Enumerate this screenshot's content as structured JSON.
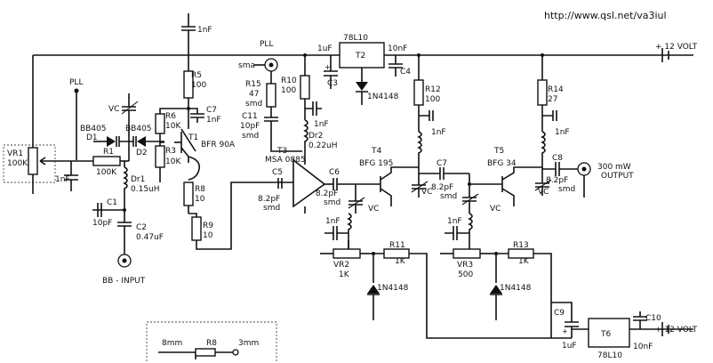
{
  "url": "http://www.qsl.net/va3iul",
  "rails": {
    "pll_top": "PLL",
    "pll_left": "PLL",
    "plus12_top": "+ 12 VOLT",
    "plus12_bottom": "+ 12 VOLT"
  },
  "labels": {
    "sma": "sma",
    "bb_input": "BB - INPUT",
    "output_line1": "300 mW",
    "output_line2": "OUTPUT",
    "mm8": "8mm",
    "mm3": "3mm",
    "vc": "VC",
    "smd": "smd"
  },
  "parts": {
    "VR1": [
      "VR1",
      "100K"
    ],
    "R1": [
      "R1",
      "100K"
    ],
    "D1": [
      "BB405",
      "D1"
    ],
    "D2": [
      "BB405",
      "D2"
    ],
    "Dr1": [
      "Dr1",
      "0.15uH"
    ],
    "C1": [
      "C1",
      "10pF"
    ],
    "C2": [
      "C2",
      "0.47uF"
    ],
    "R5": [
      "R5",
      "100"
    ],
    "R6": [
      "R6",
      "10K"
    ],
    "R3": [
      "R3",
      "10K"
    ],
    "C7": [
      "C7",
      "1nF"
    ],
    "T1": [
      "T1",
      "BFR 90A"
    ],
    "R8": [
      "R8",
      "10"
    ],
    "R9": [
      "R9",
      "10"
    ],
    "R15": [
      "R15",
      "47",
      "smd"
    ],
    "R10": [
      "R10",
      "100"
    ],
    "C11": [
      "C11",
      "10pF",
      "smd"
    ],
    "C3": [
      "C3"
    ],
    "T2": [
      "T2",
      "78L10"
    ],
    "C4": [
      "C4"
    ],
    "D_1N4148_top": [
      "1N4148"
    ],
    "Dr2": [
      "Dr2",
      "0.22uH"
    ],
    "T3": [
      "T3",
      "MSA 0885"
    ],
    "C5": [
      "C5",
      "8.2pF",
      "smd"
    ],
    "C6": [
      "C6",
      "8.2pF",
      "smd"
    ],
    "R12": [
      "R12",
      "100"
    ],
    "T4": [
      "T4",
      "BFG 195"
    ],
    "C7b": [
      "C7",
      "8.2pF",
      "smd"
    ],
    "R14": [
      "R14",
      "27"
    ],
    "T5": [
      "T5",
      "BFG 34"
    ],
    "C8": [
      "C8",
      "8.2pF",
      "smd"
    ],
    "VR2": [
      "VR2",
      "1K"
    ],
    "R11": [
      "R11",
      "1K"
    ],
    "D_1N4148_mid1": [
      "1N4148"
    ],
    "VR3": [
      "VR3",
      "500"
    ],
    "R13": [
      "R13",
      "1K"
    ],
    "D_1N4148_mid2": [
      "1N4148"
    ],
    "C9": [
      "C9"
    ],
    "T6": [
      "T6",
      "78L10"
    ],
    "C10": [
      "C10"
    ],
    "R8b": [
      "R8"
    ]
  },
  "values": {
    "nF1": "1nF",
    "uF1": "1uF",
    "nF10": "10nF"
  }
}
